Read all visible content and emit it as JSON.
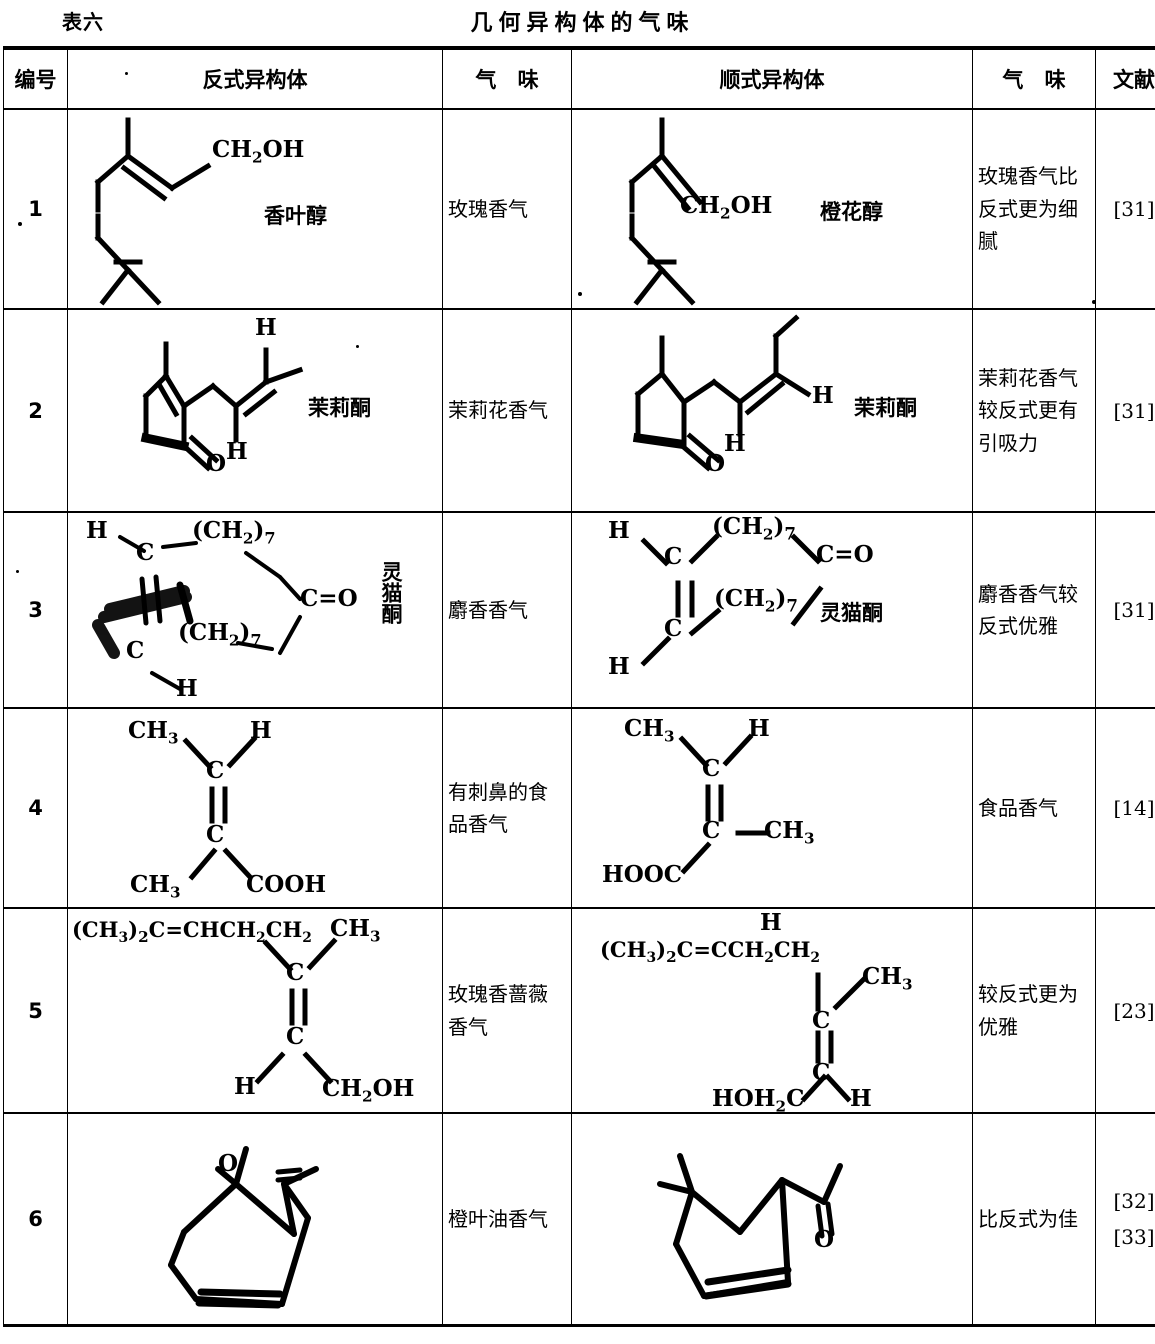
{
  "header": {
    "table_number": "表六",
    "title": "几何异构体的气味"
  },
  "columns": [
    {
      "key": "no",
      "label": "编号"
    },
    {
      "key": "trans",
      "label": "反式异构体"
    },
    {
      "key": "odor1",
      "label": "气 味"
    },
    {
      "key": "cis",
      "label": "顺式异构体"
    },
    {
      "key": "odor2",
      "label": "气 味"
    },
    {
      "key": "ref",
      "label": "文献"
    }
  ],
  "rows": [
    {
      "no": "1",
      "trans": {
        "name": "香叶醇",
        "formula_labels": [
          "CH2OH"
        ],
        "kind": "skeletal-geraniol"
      },
      "odor1": "玫瑰香气",
      "cis": {
        "name": "橙花醇",
        "formula_labels": [
          "CH2OH"
        ],
        "kind": "skeletal-nerol"
      },
      "odor2": "玫瑰香气比反式更为细腻",
      "ref": "[31]"
    },
    {
      "no": "2",
      "trans": {
        "name": "茉莉酮",
        "formula_labels": [
          "H",
          "H",
          "O"
        ],
        "kind": "skeletal-trans-jasmone"
      },
      "odor1": "茉莉花香气",
      "cis": {
        "name": "茉莉酮",
        "formula_labels": [
          "H",
          "H",
          "O"
        ],
        "kind": "skeletal-cis-jasmone"
      },
      "odor2": "茉莉花香气较反式更有引吸力",
      "ref": "[31]"
    },
    {
      "no": "3",
      "trans": {
        "name": "灵猫酮",
        "formula_labels": [
          "H",
          "C",
          "(CH2)7",
          "C=O",
          "(CH2)7",
          "C",
          "H"
        ],
        "kind": "handdrawn-civetone"
      },
      "odor1": "麝香香气",
      "cis": {
        "name": "灵猫酮",
        "formula_labels": [
          "H",
          "C",
          "(CH2)7",
          "C=O",
          "(CH2)7",
          "C",
          "H"
        ],
        "kind": "civetone"
      },
      "odor2": "麝香香气较反式优雅",
      "ref": "[31]"
    },
    {
      "no": "4",
      "trans": {
        "name": "",
        "formula_labels": [
          "CH3",
          "H",
          "C",
          "C",
          "CH3",
          "COOH"
        ],
        "kind": "tiglic"
      },
      "odor1": "有刺鼻的食品香气",
      "cis": {
        "name": "",
        "formula_labels": [
          "CH3",
          "H",
          "C",
          "C",
          "HOOC",
          "CH3"
        ],
        "kind": "angelic"
      },
      "odor2": "食品香气",
      "ref": "[14]"
    },
    {
      "no": "5",
      "trans": {
        "name": "",
        "formula_labels": [
          "(CH3)2C=CHCH2CH2",
          "CH3",
          "C",
          "C",
          "H",
          "CH2OH"
        ],
        "kind": "trans-farnesol-frag"
      },
      "odor1": "玫瑰香蔷薇香气",
      "cis": {
        "name": "",
        "formula_labels": [
          "H",
          "(CH3)2C=CCH2CH2",
          "CH3",
          "C",
          "C",
          "HOH2C",
          "H"
        ],
        "kind": "cis-farnesol-frag"
      },
      "odor2": "较反式更为优雅",
      "ref": "[23]"
    },
    {
      "no": "6",
      "trans": {
        "name": "",
        "formula_labels": [
          "O"
        ],
        "kind": "handdrawn-ring-trans"
      },
      "odor1": "橙叶油香气",
      "cis": {
        "name": "",
        "formula_labels": [
          "O"
        ],
        "kind": "handdrawn-ring-cis"
      },
      "odor2": "比反式为佳",
      "ref": "[32]",
      "ref2": "[33]"
    }
  ],
  "formula_text": {
    "ch2oh": "CH",
    "ch2oh_sub": "2",
    "ch2oh_tail": "OH",
    "h": "H",
    "o": "O",
    "c": "C",
    "ch3": "CH",
    "ch3_sub": "3",
    "cooh": "COOH",
    "hooc": "HOOC",
    "ch2_7_open": "(CH",
    "ch2_7_sub": "2",
    "ch2_7_close": ")",
    "ch2_7_n": "7",
    "co": "C",
    "co_eq": "O",
    "chain_trans5": "(CH",
    "hoh2c": "HOH",
    "hoh2c_sub": "2",
    "hoh2c_tail": "C"
  },
  "colors": {
    "ink": "#000000",
    "paper": "#ffffff"
  }
}
